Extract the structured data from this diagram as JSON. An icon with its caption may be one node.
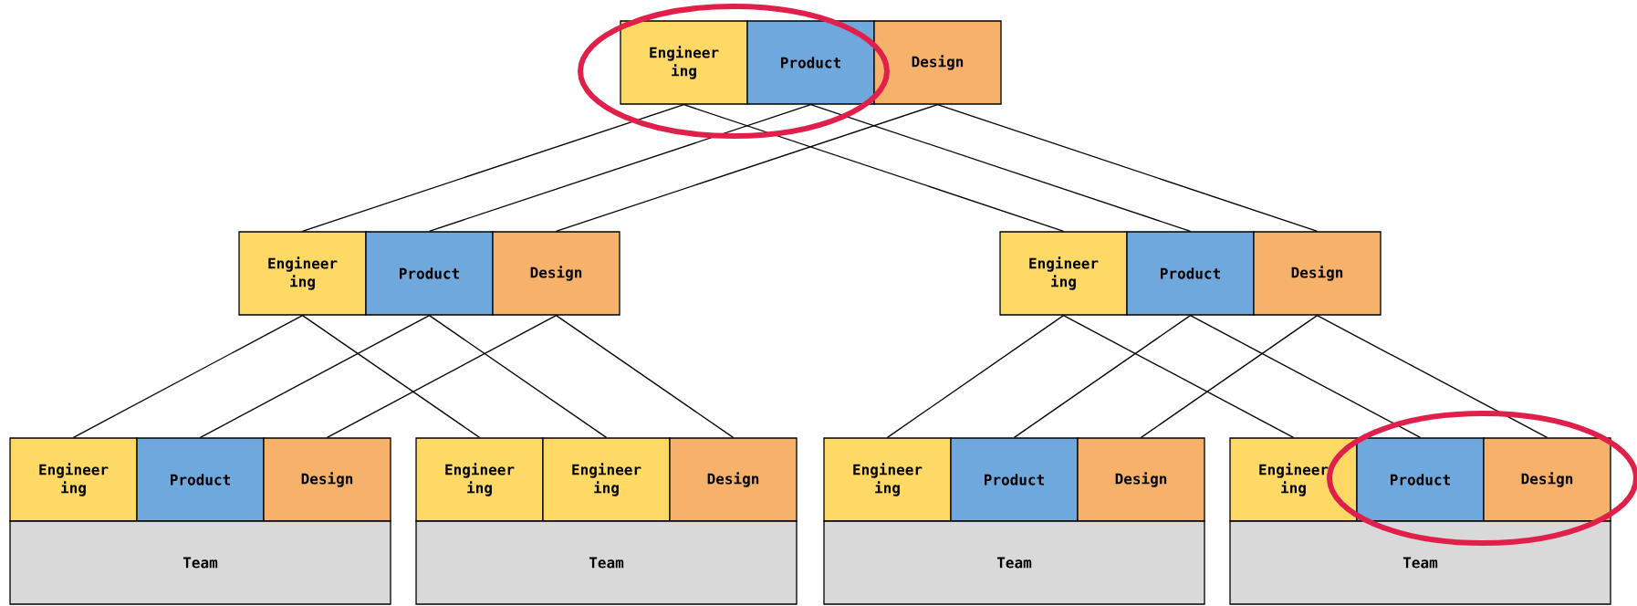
{
  "diagram": {
    "nodes": [
      {
        "text": [
          "Engineer ing"
        ]
      },
      {
        "text": [
          "Product"
        ]
      },
      {
        "text": [
          "Design"
        ]
      },
      {
        "text": [
          "Engineer ing"
        ]
      },
      {
        "text": [
          "Product"
        ]
      },
      {
        "text": [
          "Design"
        ]
      },
      {
        "text": [
          "Engineer ing"
        ]
      },
      {
        "text": [
          "Product"
        ]
      },
      {
        "text": [
          "Design"
        ]
      },
      {
        "text": [
          "Engineer ing"
        ]
      },
      {
        "text": [
          "Product"
        ]
      },
      {
        "text": [
          "Design"
        ]
      },
      {
        "text": [
          "Team"
        ]
      },
      {
        "text": [
          "Engineer ing"
        ]
      },
      {
        "text": [
          "Engineer ing"
        ]
      },
      {
        "text": [
          "Design"
        ]
      },
      {
        "text": [
          "Team"
        ]
      },
      {
        "text": [
          "Engineer ing"
        ]
      },
      {
        "text": [
          "Product"
        ]
      },
      {
        "text": [
          "Design"
        ]
      },
      {
        "text": [
          "Team"
        ]
      },
      {
        "text": [
          "Engineer ing"
        ]
      },
      {
        "text": [
          "Product"
        ]
      },
      {
        "text": [
          "Design"
        ]
      },
      {
        "text": [
          "Team"
        ]
      }
    ],
    "edges": [
      {
        "from": 0,
        "to": 3,
        "arrow": "none"
      },
      {
        "from": 0,
        "to": 6,
        "arrow": "none"
      },
      {
        "from": 1,
        "to": 4,
        "arrow": "none"
      },
      {
        "from": 1,
        "to": 7,
        "arrow": "none"
      },
      {
        "from": 2,
        "to": 5,
        "arrow": "none"
      },
      {
        "from": 2,
        "to": 8,
        "arrow": "none"
      },
      {
        "from": 3,
        "to": 9,
        "arrow": "none"
      },
      {
        "from": 3,
        "to": 13,
        "arrow": "none"
      },
      {
        "from": 4,
        "to": 10,
        "arrow": "none"
      },
      {
        "from": 4,
        "to": 14,
        "arrow": "none"
      },
      {
        "from": 5,
        "to": 11,
        "arrow": "none"
      },
      {
        "from": 5,
        "to": 15,
        "arrow": "none"
      },
      {
        "from": 6,
        "to": 17,
        "arrow": "none"
      },
      {
        "from": 6,
        "to": 21,
        "arrow": "none"
      },
      {
        "from": 7,
        "to": 18,
        "arrow": "none"
      },
      {
        "from": 7,
        "to": 22,
        "arrow": "none"
      },
      {
        "from": 8,
        "to": 19,
        "arrow": "none"
      },
      {
        "from": 8,
        "to": 23,
        "arrow": "none"
      }
    ]
  }
}
